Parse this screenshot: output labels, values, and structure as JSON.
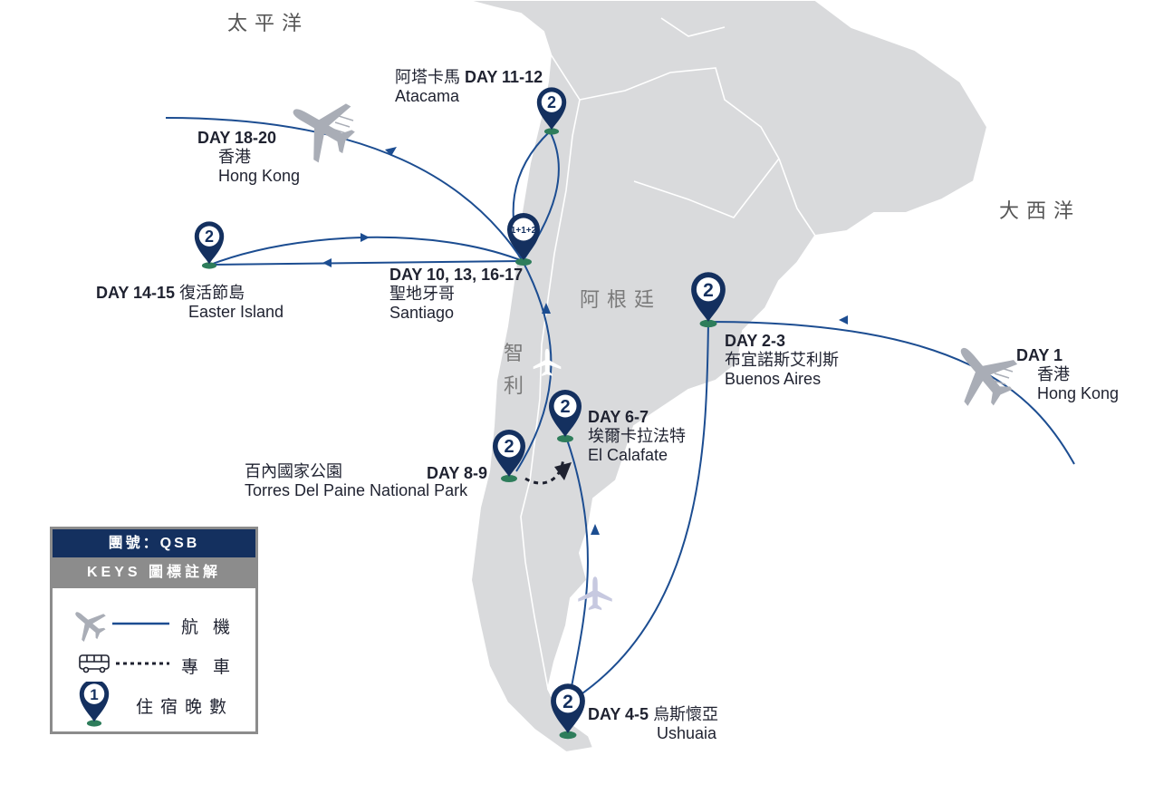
{
  "oceans": {
    "pacific": "太平洋",
    "atlantic": "大西洋"
  },
  "countries": {
    "argentina": "阿根廷",
    "chile": [
      "智",
      "利"
    ]
  },
  "stops": [
    {
      "id": "hong-kong-start",
      "day": "DAY 1",
      "zh": "香港",
      "en": "Hong Kong"
    },
    {
      "id": "buenos-aires",
      "day": "DAY 2-3",
      "zh": "布宜諾斯艾利斯",
      "en": "Buenos Aires",
      "nights": "2"
    },
    {
      "id": "ushuaia",
      "day": "DAY 4-5",
      "zh": "烏斯懷亞",
      "en": "Ushuaia",
      "nights": "2"
    },
    {
      "id": "el-calafate",
      "day": "DAY 6-7",
      "zh": "埃爾卡拉法特",
      "en": "El Calafate",
      "nights": "2"
    },
    {
      "id": "torres-del-paine",
      "day": "DAY 8-9",
      "zh": "百內國家公園",
      "en": "Torres Del Paine National Park",
      "nights": "2"
    },
    {
      "id": "santiago",
      "day": "DAY 10, 13, 16-17",
      "zh": "聖地牙哥",
      "en": "Santiago",
      "nights": "1+1+2"
    },
    {
      "id": "atacama",
      "day": "DAY 11-12",
      "zh": "阿塔卡馬",
      "en": "Atacama",
      "nights": "2"
    },
    {
      "id": "easter-island",
      "day": "DAY 14-15",
      "zh": "復活節島",
      "en": "Easter Island",
      "nights": "2"
    },
    {
      "id": "hong-kong-end",
      "day": "DAY 18-20",
      "zh": "香港",
      "en": "Hong Kong"
    }
  ],
  "legend": {
    "tour_code": "團號：QSB",
    "title": "KEYS 圖標註解",
    "flight": "航機",
    "coach": "專車",
    "nights": "住宿晚數",
    "nights_example": "1"
  },
  "colors": {
    "route": "#1c4d91",
    "pin": "#14305f",
    "pin_base": "#2e7d5b",
    "land": "#d9dadc",
    "plane": "#a9adb6"
  }
}
